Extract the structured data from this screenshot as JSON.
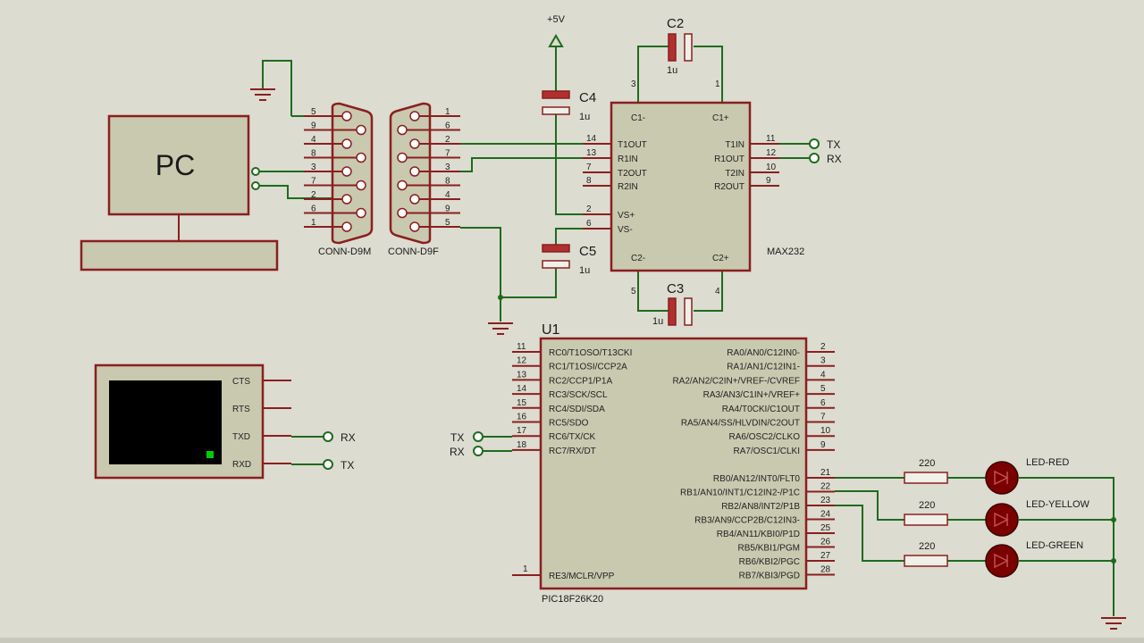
{
  "supply_label": "+5V",
  "pc": {
    "label": "PC"
  },
  "connectors": {
    "male": "CONN-D9M",
    "female": "CONN-D9F"
  },
  "db9_pins": [
    "5",
    "9",
    "4",
    "8",
    "3",
    "7",
    "2",
    "6",
    "1"
  ],
  "db9f_pins": [
    "1",
    "6",
    "2",
    "7",
    "3",
    "8",
    "4",
    "9",
    "5"
  ],
  "capacitors": [
    {
      "ref": "C2",
      "value": "1u"
    },
    {
      "ref": "C4",
      "value": "1u"
    },
    {
      "ref": "C5",
      "value": "1u"
    },
    {
      "ref": "C3",
      "value": "1u"
    }
  ],
  "max232": {
    "part": "MAX232",
    "top_pins": [
      "3",
      "1"
    ],
    "bottom_pins": [
      "5",
      "4"
    ],
    "cap_labels": [
      "C1-",
      "C1+",
      "C2-",
      "C2+"
    ],
    "left_pins": [
      {
        "num": "14",
        "name": "T1OUT"
      },
      {
        "num": "13",
        "name": "R1IN"
      },
      {
        "num": "7",
        "name": "T2OUT"
      },
      {
        "num": "8",
        "name": "R2IN"
      },
      {
        "num": "2",
        "name": "VS+"
      },
      {
        "num": "6",
        "name": "VS-"
      }
    ],
    "right_pins": [
      {
        "num": "11",
        "name": "T1IN"
      },
      {
        "num": "12",
        "name": "R1OUT"
      },
      {
        "num": "10",
        "name": "T2IN"
      },
      {
        "num": "9",
        "name": "R2OUT"
      }
    ]
  },
  "max_terminals": [
    "TX",
    "RX"
  ],
  "terminal": {
    "pins": [
      "CTS",
      "RTS",
      "TXD",
      "RXD"
    ],
    "labels": [
      "RX",
      "TX"
    ]
  },
  "mcu": {
    "ref": "U1",
    "part": "PIC18F26K20",
    "left_pins": [
      {
        "num": "11",
        "name": "RC0/T1OSO/T13CKI"
      },
      {
        "num": "12",
        "name": "RC1/T1OSI/CCP2A"
      },
      {
        "num": "13",
        "name": "RC2/CCP1/P1A"
      },
      {
        "num": "14",
        "name": "RC3/SCK/SCL"
      },
      {
        "num": "15",
        "name": "RC4/SDI/SDA"
      },
      {
        "num": "16",
        "name": "RC5/SDO"
      },
      {
        "num": "17",
        "name": "RC6/TX/CK"
      },
      {
        "num": "18",
        "name": "RC7/RX/DT"
      }
    ],
    "mclr_pin": {
      "num": "1",
      "name": "RE3/MCLR/VPP"
    },
    "right_pins_a": [
      {
        "num": "2",
        "name": "RA0/AN0/C12IN0-"
      },
      {
        "num": "3",
        "name": "RA1/AN1/C12IN1-"
      },
      {
        "num": "4",
        "name": "RA2/AN2/C2IN+/VREF-/CVREF"
      },
      {
        "num": "5",
        "name": "RA3/AN3/C1IN+/VREF+"
      },
      {
        "num": "6",
        "name": "RA4/T0CKI/C1OUT"
      },
      {
        "num": "7",
        "name": "RA5/AN4/SS/HLVDIN/C2OUT"
      },
      {
        "num": "10",
        "name": "RA6/OSC2/CLKO"
      },
      {
        "num": "9",
        "name": "RA7/OSC1/CLKI"
      }
    ],
    "right_pins_b": [
      {
        "num": "21",
        "name": "RB0/AN12/INT0/FLT0"
      },
      {
        "num": "22",
        "name": "RB1/AN10/INT1/C12IN2-/P1C"
      },
      {
        "num": "23",
        "name": "RB2/AN8/INT2/P1B"
      },
      {
        "num": "24",
        "name": "RB3/AN9/CCP2B/C12IN3-"
      },
      {
        "num": "25",
        "name": "RB4/AN11/KBI0/P1D"
      },
      {
        "num": "26",
        "name": "RB5/KBI1/PGM"
      },
      {
        "num": "27",
        "name": "RB6/KBI2/PGC"
      },
      {
        "num": "28",
        "name": "RB7/KBI3/PGD"
      }
    ]
  },
  "mcu_terminals": [
    "TX",
    "RX"
  ],
  "resistors": [
    "220",
    "220",
    "220"
  ],
  "leds": [
    "LED-RED",
    "LED-YELLOW",
    "LED-GREEN"
  ],
  "colors": {
    "background": "#dcdcd0",
    "component_fill": "#c9c9b0",
    "component_stroke": "#8a1f1f",
    "wire": "#1e6b1e",
    "led": "#7a0000"
  }
}
